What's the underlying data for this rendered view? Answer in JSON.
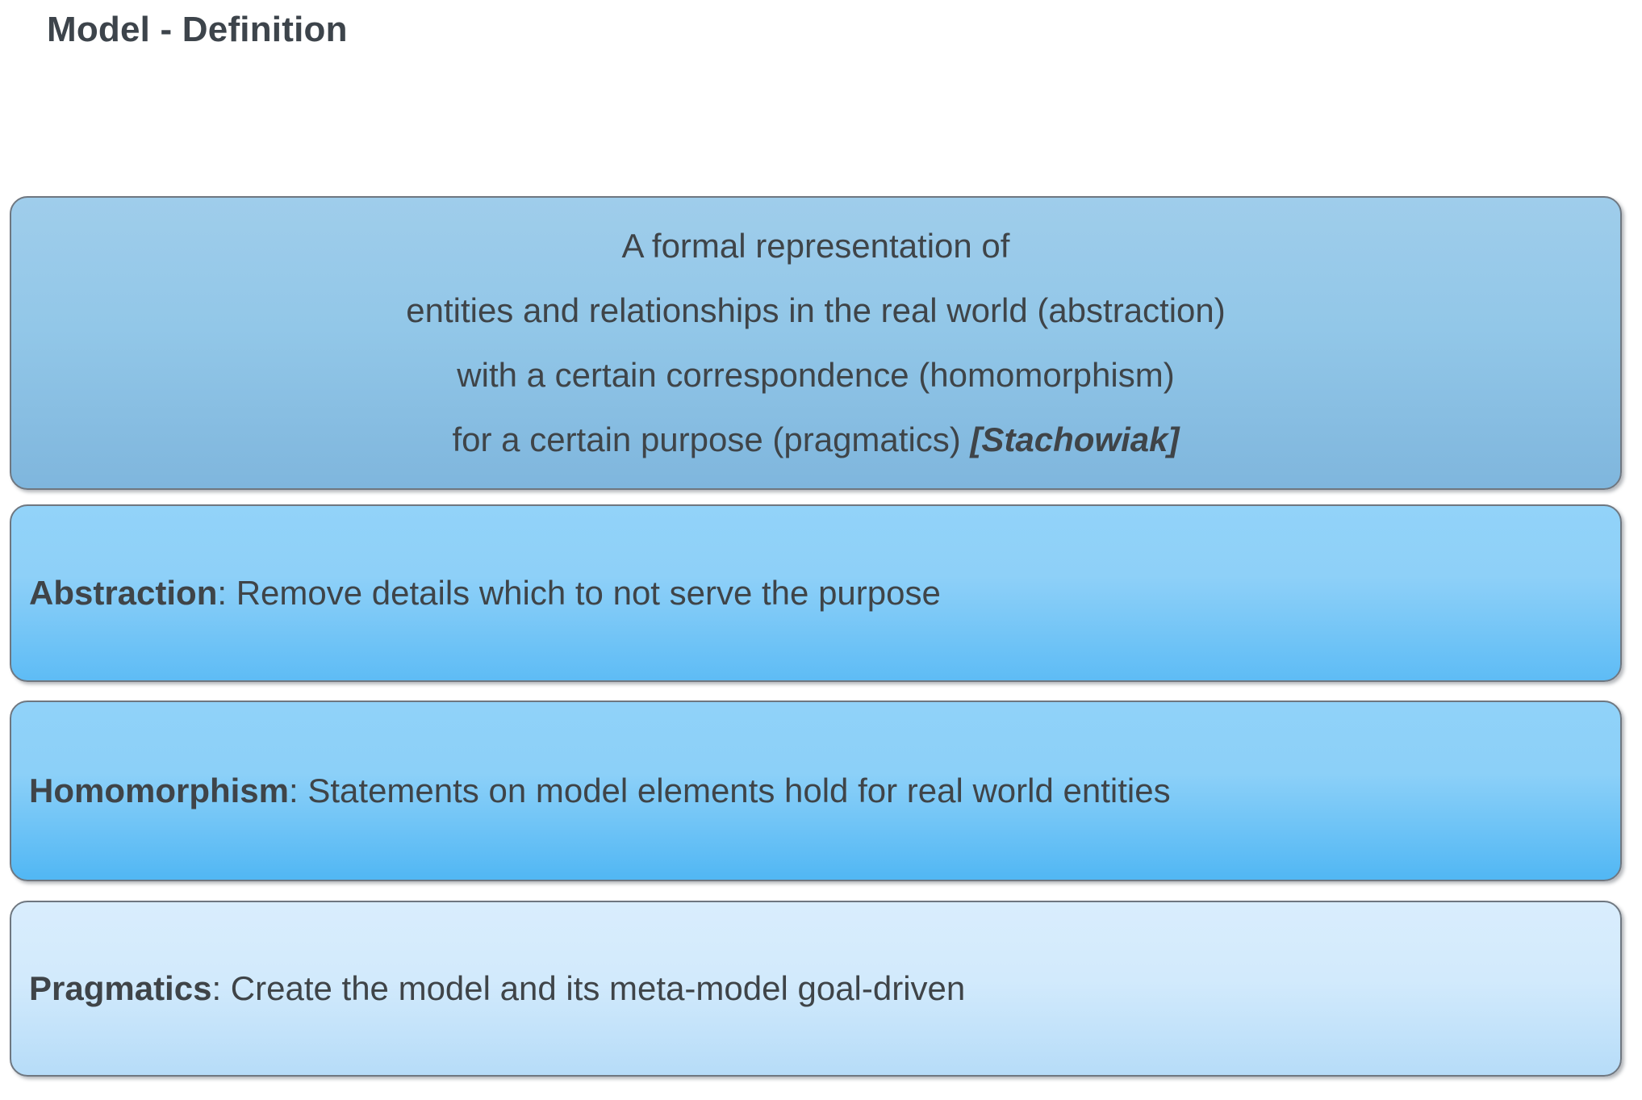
{
  "slide": {
    "title": "Model - Definition",
    "title_color": "#3d444b",
    "text_color": "#3f4448",
    "background": "#ffffff"
  },
  "definition_box": {
    "name": "model-definition",
    "fill_top": "#9fcdeb",
    "fill_bottom": "#7fb6dd",
    "border_color": "#6f7780",
    "alignment": "center",
    "lines": [
      "A formal representation of",
      "entities and relationships in the real world (abstraction)",
      "with a certain correspondence (homomorphism)"
    ],
    "last_line": {
      "text": "for a certain purpose (pragmatics) ",
      "citation": "[Stachowiak]"
    }
  },
  "property_boxes": [
    {
      "name": "abstraction",
      "term": "Abstraction",
      "separator": ": ",
      "description": "Remove details which to not serve the purpose",
      "fill_top": "#92d3f9",
      "fill_bottom": "#5ebcf5"
    },
    {
      "name": "homomorphism",
      "term": "Homomorphism",
      "separator": ": ",
      "description": "Statements on model elements hold for real world entities",
      "fill_top": "#90d2f9",
      "fill_bottom": "#51b7f4"
    },
    {
      "name": "pragmatics",
      "term": "Pragmatics",
      "separator": ": ",
      "description": "Create the model and its meta-model goal-driven",
      "fill_top": "#d9edfd",
      "fill_bottom": "#b6dcf8"
    }
  ]
}
